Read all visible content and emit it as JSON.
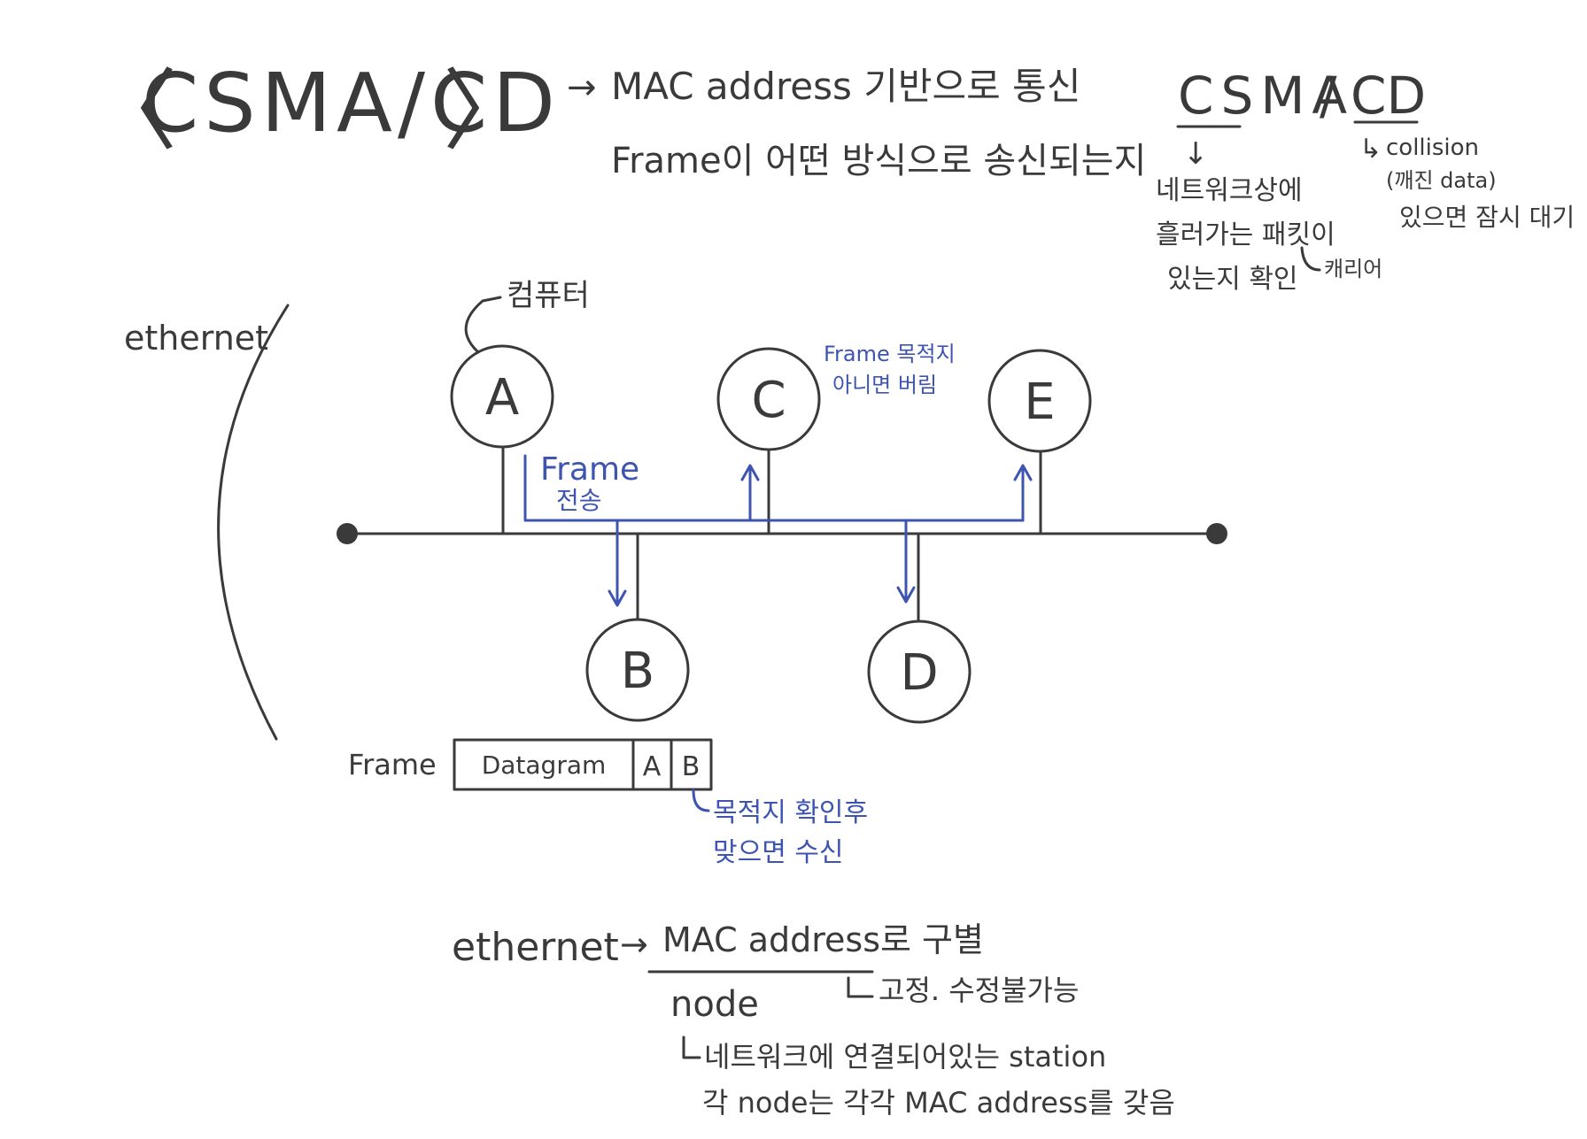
{
  "title": {
    "open": "〈",
    "text": "CSMA/CD",
    "close": "〉",
    "arrow": "→",
    "desc_line1": "MAC address 기반으로 통신",
    "desc_line2": "Frame이 어떤 방식으로 송신되는지"
  },
  "acronym": {
    "csma": "CSMA",
    "slash": "/",
    "cd": "CD",
    "csma_arrow": "↓",
    "csma_note_line1": "네트워크상에",
    "csma_note_line2": "흘러가는 패킷이",
    "csma_note_line3": "있는지 확인",
    "carrier": "캐리어",
    "cd_arrow": "↳",
    "collision": "collision",
    "collision_sub": "(깨진 data)",
    "collision_note": "있으면 잠시 대기"
  },
  "network": {
    "section_label": "ethernet",
    "computer_label": "컴퓨터",
    "nodes": [
      "A",
      "B",
      "C",
      "D",
      "E"
    ],
    "send_label_line1": "Frame",
    "send_label_line2": "전송",
    "discard_line1": "Frame 목적지",
    "discard_line2": "아니면 버림",
    "line_color": "#3a3a3a",
    "signal_color": "#3d55b0"
  },
  "frame": {
    "label": "Frame",
    "fields": [
      "Datagram",
      "A",
      "B"
    ],
    "note_line1": "목적지 확인후",
    "note_line2": "맞으면 수신"
  },
  "bottom": {
    "ethernet": "ethernet",
    "arrow": "→",
    "mac_text": "MAC address로 구별",
    "fixed_note": "고정. 수정불가능",
    "node": "node",
    "node_note": "네트워크에 연결되어있는 station",
    "each_node": "각 node는 각각 MAC address를 갖음"
  }
}
